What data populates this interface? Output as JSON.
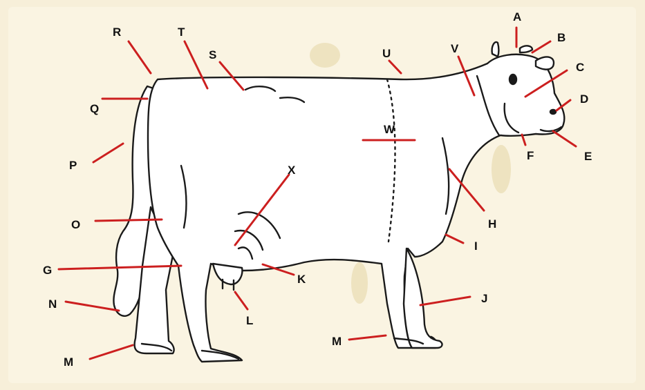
{
  "labels": {
    "A": "A",
    "B": "B",
    "C": "C",
    "D": "D",
    "E": "E",
    "F": "F",
    "G": "G",
    "H": "H",
    "I": "I",
    "J": "J",
    "K": "K",
    "L": "L",
    "M1": "M",
    "M2": "M",
    "N": "N",
    "O": "O",
    "P": "P",
    "Q": "Q",
    "R": "R",
    "S": "S",
    "T": "T",
    "U": "U",
    "V": "V",
    "W": "W",
    "X": "X"
  },
  "colors": {
    "background": "#f7efd9",
    "body_fill": "#ffffff",
    "outline": "#1a1a1a",
    "pointer_line": "#cc1f1f"
  }
}
